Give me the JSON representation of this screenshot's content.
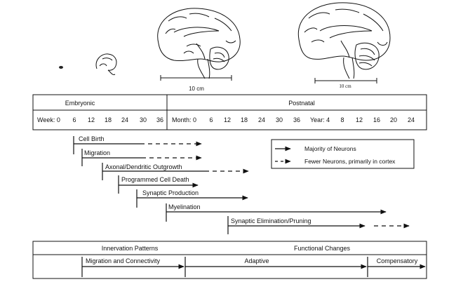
{
  "scale_bars": {
    "left_label": "10 cm",
    "right_label": "10 cm"
  },
  "timeline_table": {
    "embryonic_label": "Embryonic",
    "postnatal_label": "Postnatal",
    "week_label": "Week: 0",
    "weeks": [
      "6",
      "12",
      "18",
      "24",
      "30",
      "36"
    ],
    "month_label": "Month: 0",
    "months": [
      "6",
      "12",
      "18",
      "24",
      "30",
      "36"
    ],
    "year_label": "Year: 4",
    "years": [
      "8",
      "12",
      "16",
      "20",
      "24"
    ]
  },
  "processes": [
    {
      "label": "Cell Birth"
    },
    {
      "label": "Migration"
    },
    {
      "label": "Axonal/Dendritic Outgrowth"
    },
    {
      "label": "Programmed Cell Death"
    },
    {
      "label": "Synaptic Production"
    },
    {
      "label": "Myelination"
    },
    {
      "label": "Synaptic Elimination/Pruning"
    }
  ],
  "legend": {
    "majority": "Majority of Neurons",
    "fewer": "Fewer Neurons, primarily in cortex"
  },
  "bottom_table": {
    "innervation": "Innervation Patterns",
    "functional": "Functional Changes",
    "migration_connectivity": "Migration and Connectivity",
    "adaptive": "Adaptive",
    "compensatory": "Compensatory"
  }
}
